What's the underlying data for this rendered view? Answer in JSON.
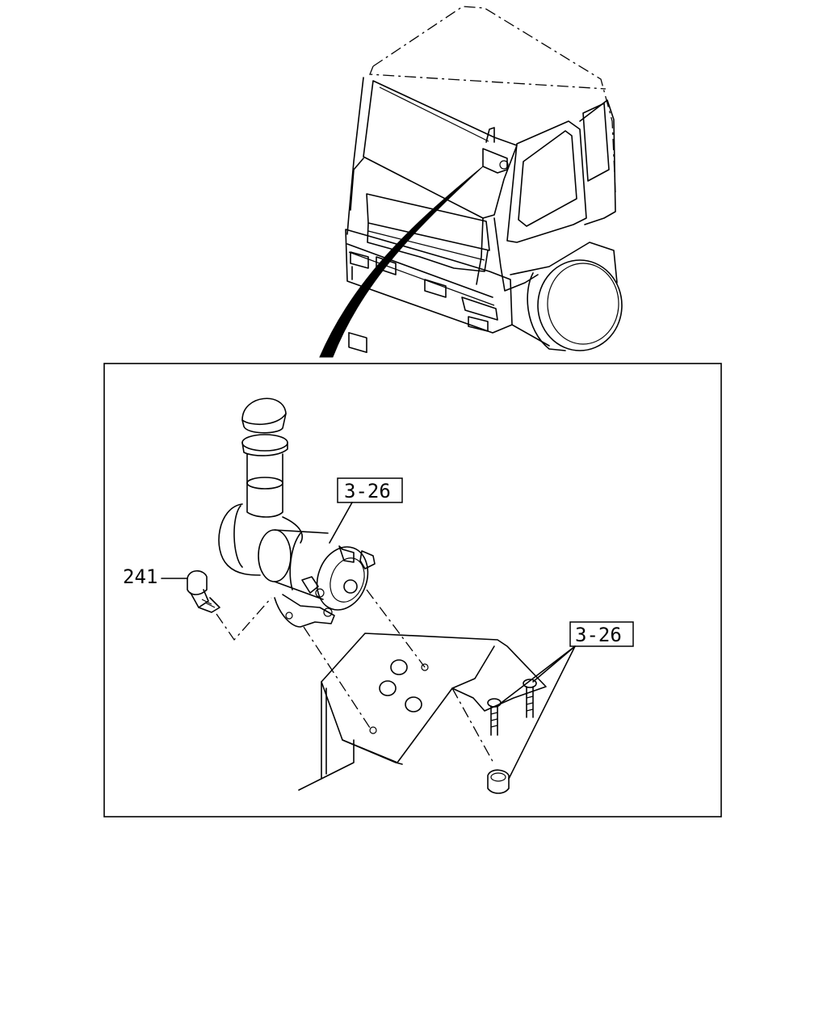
{
  "callouts": {
    "part_241": "241",
    "ref_upper": "3-26",
    "ref_lower": "3-26"
  },
  "colors": {
    "line": "#000000",
    "background": "#ffffff"
  }
}
